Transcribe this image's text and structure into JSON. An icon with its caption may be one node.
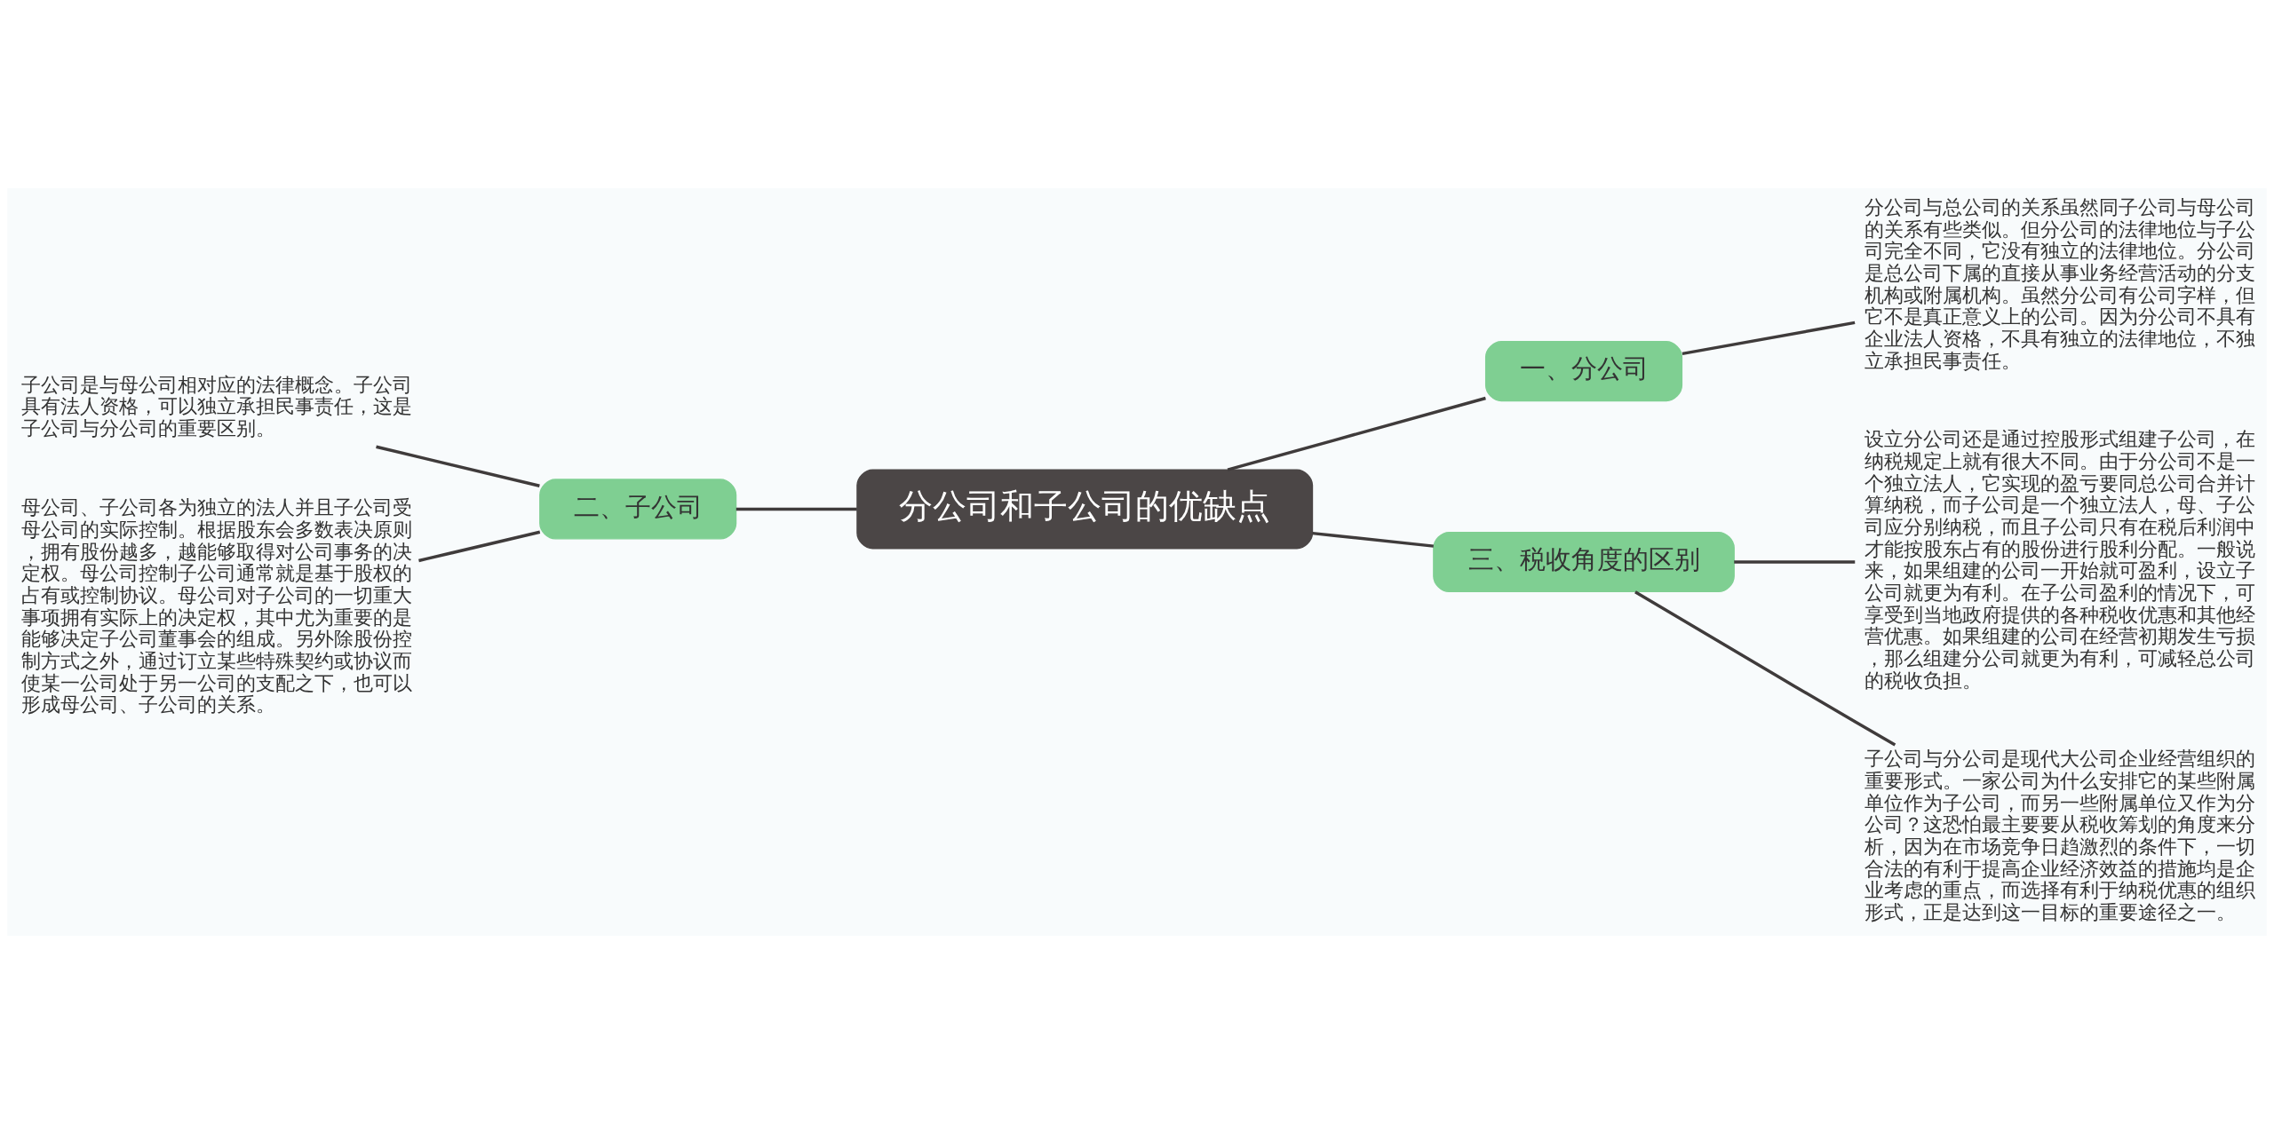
{
  "diagram": {
    "nodes": [
      {
        "text": [
          "分公司和子公司的优缺点"
        ]
      },
      {
        "text": [
          "一、分公司"
        ]
      },
      {
        "text": [
          "分公司与总公司的关系虽然同子公司与母公司的关系有些类似。但分公司的法律地位与子公司完全不同，它没有独立的法律地位。分公司是总公司下属的直接从事业务经营活动的分支机构或附属机构。虽然分公司有公司字样，但它不是真正意义上的公司。因为分公司不具有企业法人资格，不具有独立的法律地位，不独立承担民事责任。"
        ]
      },
      {
        "text": [
          "二、子公司"
        ]
      },
      {
        "text": [
          "子公司是与母公司相对应的法律概念。子公司具有法人资格，可以独立承担民事责任，这是子公司与分公司的重要区别。"
        ]
      },
      {
        "text": [
          "母公司、子公司各为独立的法人并且子公司受母公司的实际控制。根据股东会多数表决原则，拥有股份越多，越能够取得对公司事务的决定权。母公司控制子公司通常就是基于股权的占有或控制协议。母公司对子公司的一切重大事项拥有实际上的决定权，其中尤为重要的是能够决定子公司董事会的组成。另外除股份控制方式之外，通过订立某些特殊契约或协议而使某一公司处于另一公司的支配之下，也可以形成母公司、子公司的关系。"
        ]
      },
      {
        "text": [
          "三、税收角度的区别"
        ]
      },
      {
        "text": [
          "设立分公司还是通过控股形式组建子公司，在纳税规定上就有很大不同。由于分公司不是一个独立法人，它实现的盈亏要同总公司合并计算纳税，而子公司是一个独立法人，母、子公司应分别纳税，而且子公司只有在税后利润中才能按股东占有的股份进行股利分配。一般说来，如果组建的公司一开始就可盈利，设立子公司就更为有利。在子公司盈利的情况下，可享受到当地政府提供的各种税收优惠和其他经营优惠。如果组建的公司在经营初期发生亏损，那么组建分公司就更为有利，可减轻总公司的税收负担。"
        ]
      },
      {
        "text": [
          "子公司与分公司是现代大公司企业经营组织的重要形式。一家公司为什么安排它的某些附属单位作为子公司，而另一些附属单位又作为分公司？这恐怕最主要要从税收筹划的角度来分析，因为在市场竞争日趋激烈的条件下，一切合法的有利于提高企业经济效益的措施均是企业考虑的重点，而选择有利于纳税优惠的组织形式，正是达到这一目标的重要途径之一。"
        ]
      }
    ],
    "edges": [
      {
        "from": 0,
        "to": 1,
        "arrow": "none"
      },
      {
        "from": 1,
        "to": 2,
        "arrow": "none"
      },
      {
        "from": 3,
        "to": 0,
        "arrow": "none"
      },
      {
        "from": 4,
        "to": 3,
        "arrow": "none"
      },
      {
        "from": 5,
        "to": 3,
        "arrow": "none"
      },
      {
        "from": 0,
        "to": 6,
        "arrow": "none"
      },
      {
        "from": 6,
        "to": 7,
        "arrow": "none"
      },
      {
        "from": 6,
        "to": 8,
        "arrow": "none"
      }
    ]
  }
}
